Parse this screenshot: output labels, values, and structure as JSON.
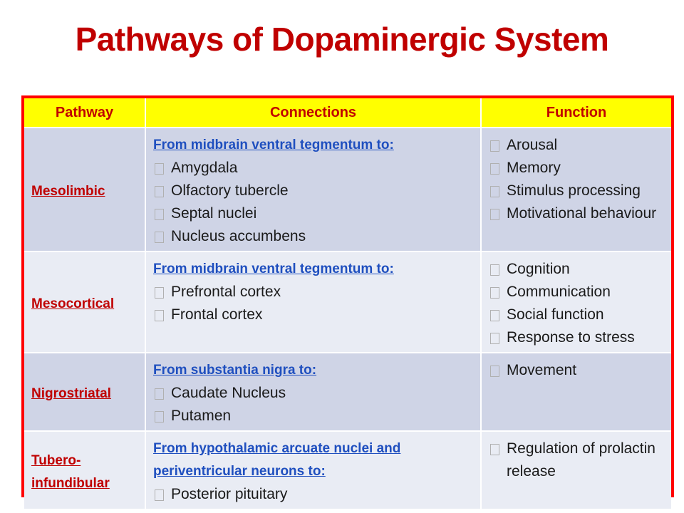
{
  "title": "Pathways of Dopaminergic System",
  "table": {
    "headers": [
      "Pathway",
      "Connections",
      "Function"
    ],
    "rows": [
      {
        "pathway": "Mesolimbic",
        "connections_lead": "From midbrain ventral tegmentum to:",
        "connections": [
          "Amygdala",
          "Olfactory tubercle",
          "Septal nuclei",
          "Nucleus accumbens"
        ],
        "functions": [
          "Arousal",
          "Memory",
          "Stimulus processing",
          "Motivational behaviour"
        ]
      },
      {
        "pathway": "Mesocortical",
        "connections_lead": "From midbrain ventral tegmentum to:",
        "connections": [
          "Prefrontal cortex",
          "Frontal cortex"
        ],
        "functions": [
          "Cognition",
          "Communication",
          "Social function",
          "Response to stress"
        ]
      },
      {
        "pathway": "Nigrostriatal",
        "connections_lead": "From substantia nigra to:",
        "connections": [
          "Caudate Nucleus",
          "Putamen"
        ],
        "functions": [
          "Movement"
        ]
      },
      {
        "pathway": "Tubero-infundibular",
        "connections_lead": "From hypothalamic arcuate nuclei and periventricular neurons to:",
        "connections": [
          "Posterior pituitary"
        ],
        "functions": [
          "Regulation of prolactin release"
        ]
      }
    ]
  },
  "colors": {
    "title": "#c00000",
    "header_bg": "#ffff00",
    "border": "#ff0000",
    "row_dark": "#cfd4e6",
    "row_light": "#e9ecf4",
    "link_blue": "#1f4fbf"
  },
  "icons": {
    "bullet": "empty-box-bullet-icon"
  }
}
